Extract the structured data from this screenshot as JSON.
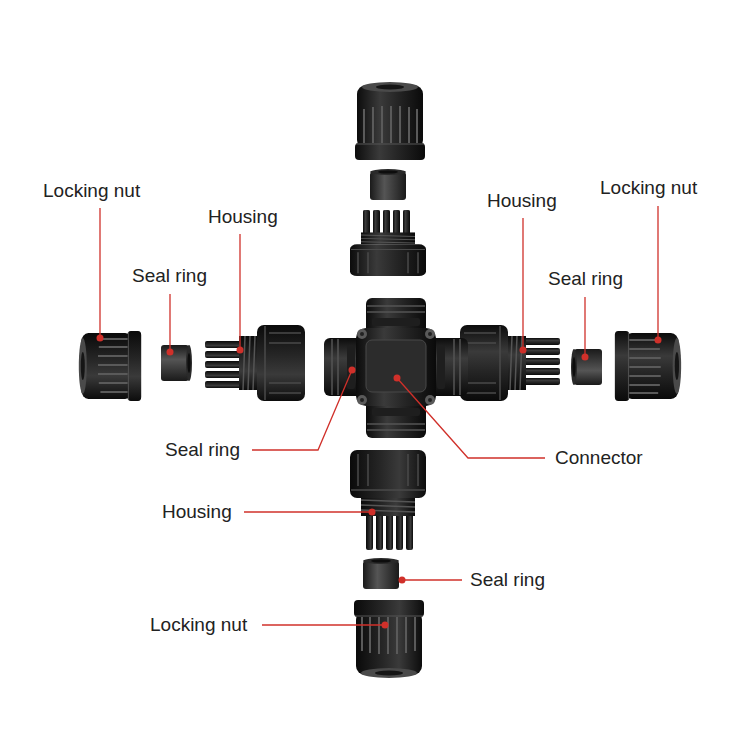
{
  "diagram": {
    "labels": [
      "Locking nut",
      "Housing",
      "Housing",
      "Locking nut",
      "Seal ring",
      "Seal ring",
      "Seal ring",
      "Connector",
      "Housing",
      "Seal ring",
      "Locking nut"
    ]
  }
}
